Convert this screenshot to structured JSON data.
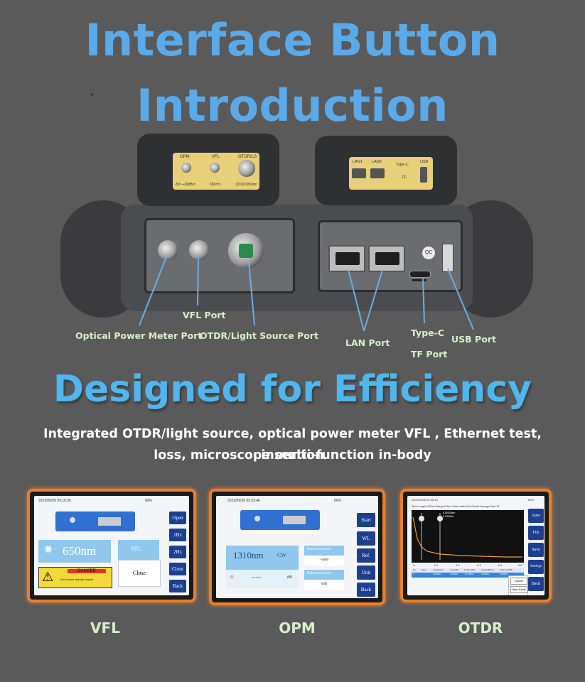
{
  "title_line1": "Interface Button",
  "title_line2": "Introduction",
  "stray_mark": "v",
  "device": {
    "left_sticker": {
      "labels": [
        "OPM",
        "VFL",
        "OTDR/LS"
      ],
      "specs": [
        "-50~+26dBm",
        "650nm",
        "1310/1550nm"
      ]
    },
    "right_sticker": {
      "labels": [
        "LAN1",
        "LAN2",
        "Type-C",
        "USB"
      ],
      "sub": "TF"
    },
    "qc_badge": "QC"
  },
  "port_labels": {
    "vfl": "VFL Port",
    "opm": "Optical Power Meter Port",
    "otdr": "OTDR/Light Source Port",
    "lan": "LAN Port",
    "typec": "Type-C",
    "tf": "TF Port",
    "usb": "USB Port"
  },
  "headline": "Designed for Efficiency",
  "subtitle_line1": "Integrated OTDR/light source, optical power meter VFL , Ethernet test, insertion",
  "subtitle_line2": "loss, microscope multi-function in-body",
  "screens": {
    "vfl": {
      "label": "VFL",
      "timestamp": "2022/09/26 09:10:36",
      "battery": "80%",
      "wavelength": "650nm",
      "mode": "VFL",
      "close": "Close",
      "danger_title": "DANGER",
      "danger_text": "Don't stare directly output!",
      "buttons": [
        "Open",
        "1Hz",
        "2Hz",
        "Close",
        "Back"
      ]
    },
    "opm": {
      "label": "OPM",
      "timestamp": "2022/09/26 09:33:46",
      "battery": "80%",
      "wavelength": "1310nm",
      "mode": "CW",
      "reading": "-----",
      "reading_unit": "dB",
      "reading_prefix": "IL",
      "realtime_label": "Real-time power",
      "realtime_value": "--dBm",
      "reference_label": "Reference power",
      "reference_value": "0dB",
      "buttons": [
        "Start",
        "WL",
        "Ref.",
        "Unit",
        "Back"
      ]
    },
    "otdr": {
      "label": "OTDR",
      "timestamp": "2022/09/26 09:05:40",
      "battery": "80%",
      "info": "Wave length:1310nm  Range:0.5km  Pulse width:10ns  Model:Average  Time:15",
      "buttons": [
        "Auto",
        "File",
        "Save",
        "Settings",
        "Back"
      ],
      "table_headers": [
        "No.",
        "Type",
        "Length(km)",
        "Loss(dB)",
        "Reflect(dB)",
        "slope(dB/km)",
        "Total loss(dB)"
      ],
      "table_row": [
        "0",
        "",
        "0.00000",
        "0.00000",
        "-75.28000",
        "0.00000",
        "0.00000"
      ],
      "marker_a": "0.00000km",
      "marker_b": "5.2009km",
      "x_ticks": [
        "0",
        "0.1",
        "0.2",
        "0.3",
        "0.4",
        "0.5"
      ],
      "dialog": [
        "Cancel",
        "Open it Auto"
      ]
    }
  },
  "colors": {
    "background": "#5a5a5a",
    "title": "#5aaaea",
    "headline": "#4fb6ee",
    "label": "#d7efc8",
    "frame": "#e87f2c",
    "button": "#1d3f8f",
    "leader": "#6aaee6"
  }
}
